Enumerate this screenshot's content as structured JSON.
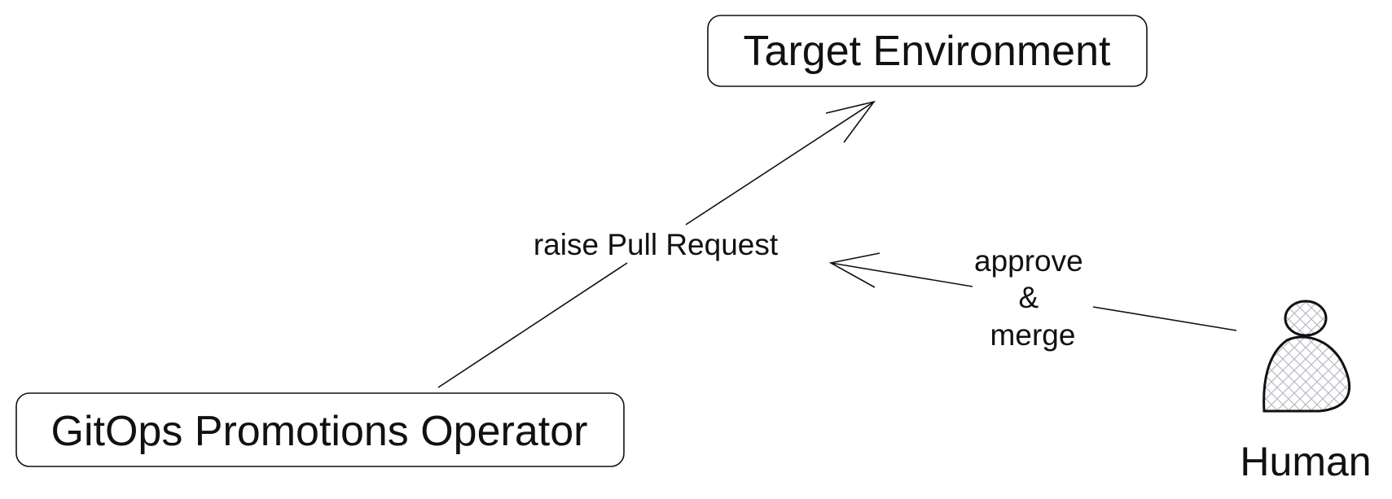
{
  "diagram": {
    "nodes": {
      "target": {
        "label": "Target Environment"
      },
      "operator": {
        "label": "GitOps Promotions Operator"
      },
      "human": {
        "label": "Human",
        "icon": "person-icon"
      }
    },
    "edges": {
      "raise_pr": {
        "from": "operator",
        "to": "target",
        "label": "raise Pull Request"
      },
      "approve_merge": {
        "from": "human",
        "to": "raise_pr",
        "label_lines": [
          "approve",
          "&",
          "merge"
        ]
      }
    },
    "colors": {
      "stroke": "#111111",
      "background": "#ffffff",
      "hatch": "#b8bcc4"
    }
  }
}
